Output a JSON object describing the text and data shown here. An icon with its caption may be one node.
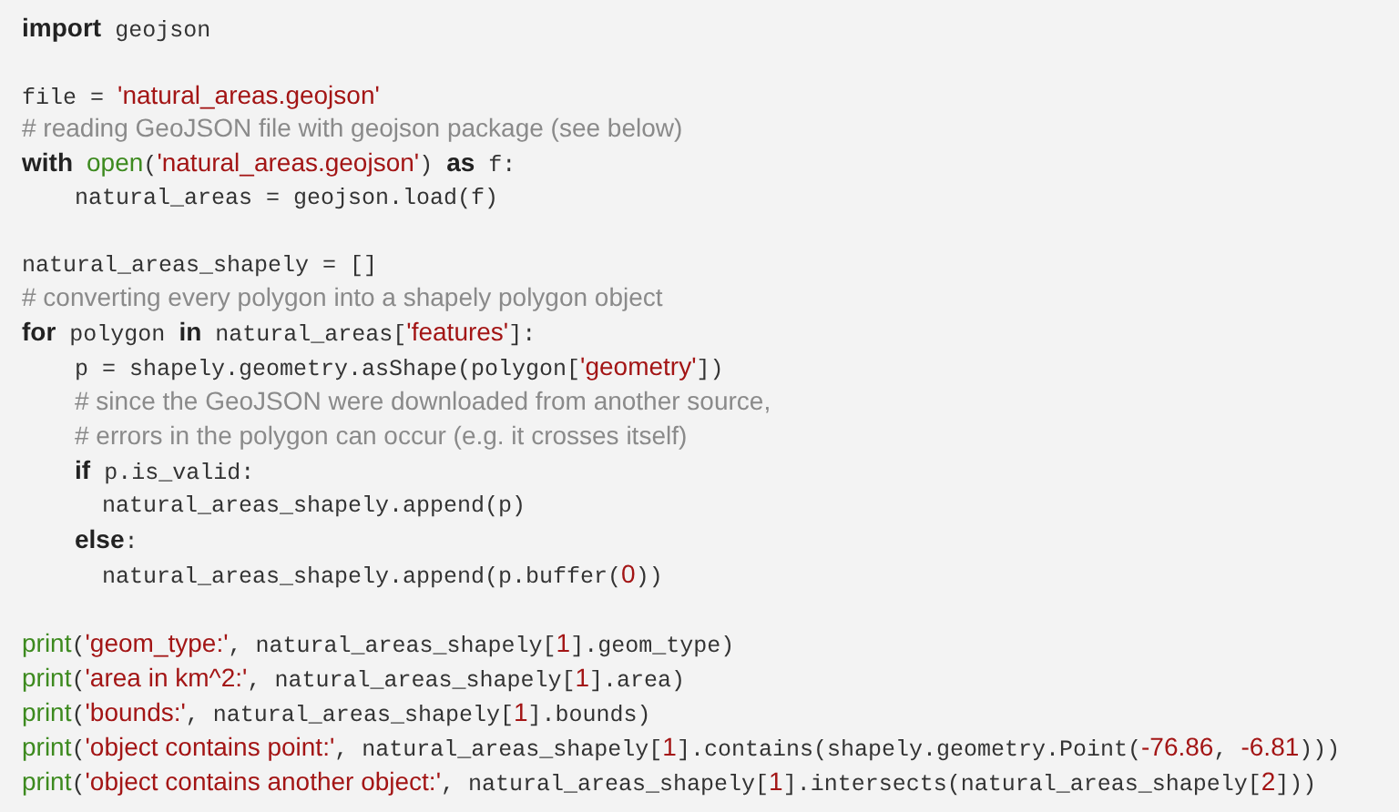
{
  "diagram": {
    "labels": [
      "import geojson",
      "file = 'natural_areas.geojson'",
      "# reading GeoJSON file with geojson package (see below)",
      "with open('natural_areas.geojson') as f:",
      "natural_areas = geojson.load(f)",
      "natural_areas_shapely = []",
      "# converting every polygon into a shapely polygon object",
      "for polygon in natural_areas['features']:",
      "p = shapely.geometry.asShape(polygon['geometry'])",
      "# since the GeoJSON were downloaded from another source,",
      "# errors in the polygon can occur (e.g. it crosses itself)",
      "if p.is_valid:",
      "natural_areas_shapely.append(p)",
      "else:",
      "natural_areas_shapely.append(p.buffer(0))",
      "print('geom_type:', natural_areas_shapely[1].geom_type)",
      "print('area in km^2:', natural_areas_shapely[1].area)",
      "print('bounds:', natural_areas_shapely[1].bounds)",
      "print('object contains point:', natural_areas_shapely[1].contains(shapely.geometry.Point(-76.86, -6.81)))",
      "print('object contains another object:', natural_areas_shapely[1].intersects(natural_areas_shapely[2]))"
    ]
  }
}
